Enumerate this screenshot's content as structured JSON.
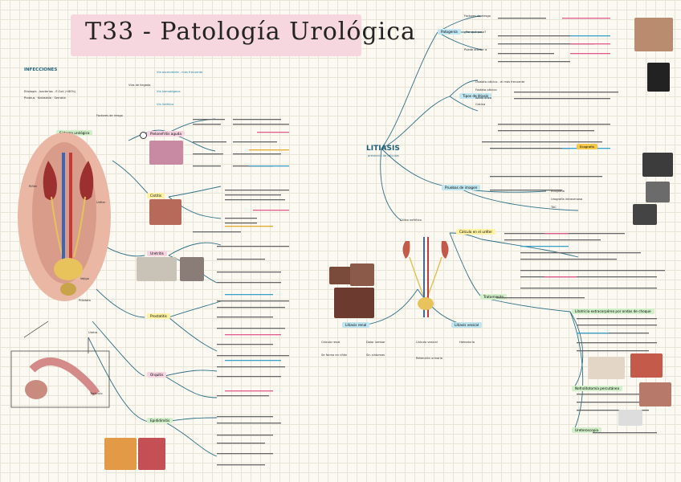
{
  "title": "T33 - Patología Urológica",
  "infecciones": {
    "heading": "INFECCIONES",
    "rows": [
      "Etiología - bacterias - E.Coli (+80%)",
      "Proteus · Klebsiella · Serratia",
      "Vías de llegada",
      "Vía ascendente - más frecuente",
      "Vía hematógena",
      "Vía linfática",
      "Factores de riesgo"
    ]
  },
  "sistema": {
    "heading": "Sistema urológico",
    "organs": [
      "Pielonefritis aguda",
      "Cistitis",
      "Uretritis",
      "Prostatitis",
      "Orquitis",
      "Epididimitis"
    ],
    "anatomy_labels": [
      "Riñón",
      "Uréter",
      "Vejiga",
      "Próstata",
      "Uretra",
      "Testículo"
    ]
  },
  "litiasis": {
    "heading": "LITIASIS",
    "subheading": "presencia de cálculos",
    "branches": [
      "Patogenia",
      "Tipos de litiasis",
      "Pruebas de imagen",
      "Tratamiento"
    ],
    "tipos": [
      "Oxalato cálcico - el más frecuente",
      "Fosfato cálcico",
      "Ácido úrico",
      "Cistina"
    ],
    "imagen": [
      "Ecografía",
      "Urografía intravenosa",
      "TAC"
    ],
    "patogenia": [
      "Factores de riesgo",
      "¿Por qué pasa?",
      "Puede afectar a"
    ]
  },
  "colico": {
    "heading": "Cólico nefrítico",
    "causa": "Cálculo en el uréter",
    "tratamiento": "Tratamiento",
    "procedimientos": [
      "Litotricia extracorpórea por ondas de choque",
      "Nefrolitotomía percutánea",
      "Ureteroscopia"
    ],
    "tipos_litiasis": [
      "Litiasis renal",
      "Litiasis vesical"
    ]
  },
  "paneles": {
    "renal": [
      "Cálculo renal",
      "Se forma en riñón",
      "Dolor lumbar",
      "Sin síntomas"
    ],
    "vesical": [
      "Cálculo vesical",
      "Retención urinaria",
      "Hematuria"
    ]
  }
}
